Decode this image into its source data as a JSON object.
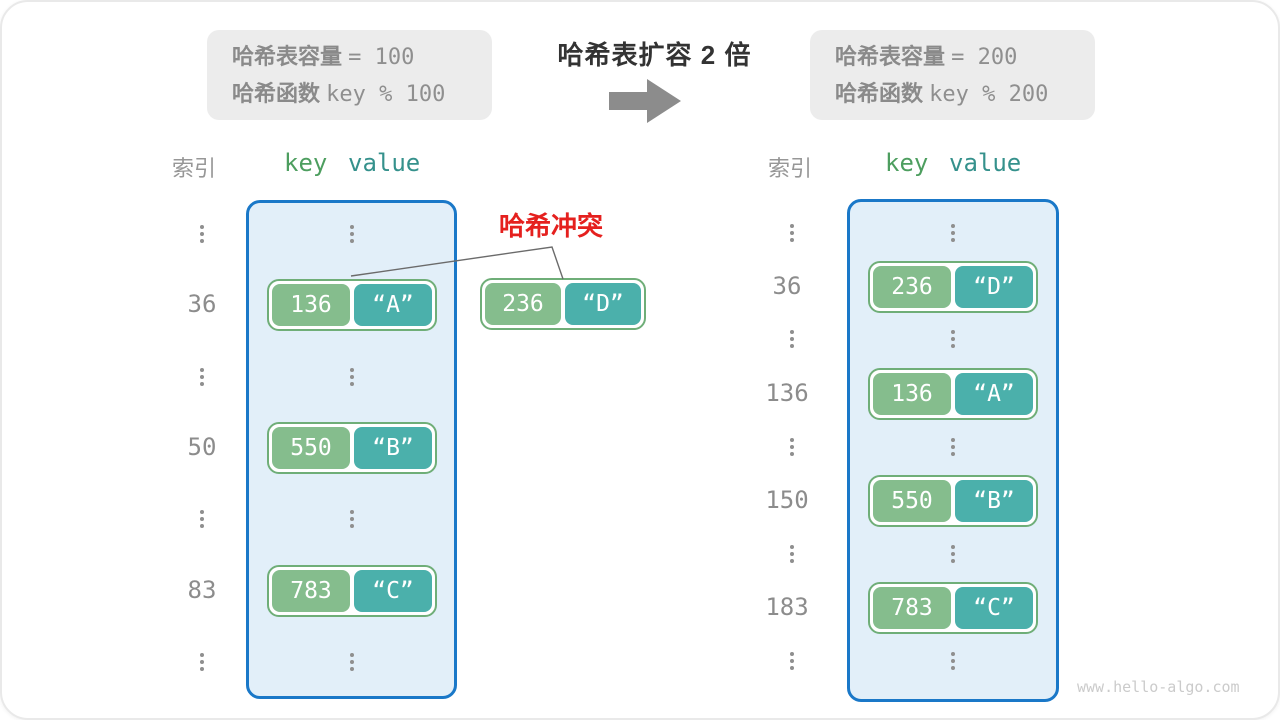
{
  "header": {
    "left_box": {
      "line1_label": "哈希表容量",
      "line1_value": "= 100",
      "line2_label": "哈希函数",
      "line2_value": "key % 100"
    },
    "title": "哈希表扩容 2 倍",
    "right_box": {
      "line1_label": "哈希表容量",
      "line1_value": "= 200",
      "line2_label": "哈希函数",
      "line2_value": "key % 200"
    }
  },
  "conflict": {
    "label": "哈希冲突"
  },
  "left_table": {
    "caption": {
      "index": "索引",
      "key": "key",
      "value": "value"
    },
    "rows": [
      {
        "index": "36",
        "key": "136",
        "value": "“A”"
      },
      {
        "index": "50",
        "key": "550",
        "value": "“B”"
      },
      {
        "index": "83",
        "key": "783",
        "value": "“C”"
      }
    ]
  },
  "overflow_pair": {
    "key": "236",
    "value": "“D”"
  },
  "right_table": {
    "caption": {
      "index": "索引",
      "key": "key",
      "value": "value"
    },
    "rows": [
      {
        "index": "36",
        "key": "236",
        "value": "“D”"
      },
      {
        "index": "136",
        "key": "136",
        "value": "“A”"
      },
      {
        "index": "150",
        "key": "550",
        "value": "“B”"
      },
      {
        "index": "183",
        "key": "783",
        "value": "“C”"
      }
    ]
  },
  "watermark": "www.hello-algo.com",
  "colors": {
    "bucket_border": "#1a78c8",
    "bucket_fill": "#e2eff9",
    "key_fill": "#85bd8d",
    "value_fill": "#4bb0ab",
    "pair_border": "#6fae78",
    "key_header_text": "#4d9e5f",
    "value_header_text": "#35918c",
    "conflict_red": "#e5201e",
    "gray_box_fill": "#ececec",
    "gray_text": "#8c8c8c",
    "arrow_gray": "#8c8c8c"
  }
}
